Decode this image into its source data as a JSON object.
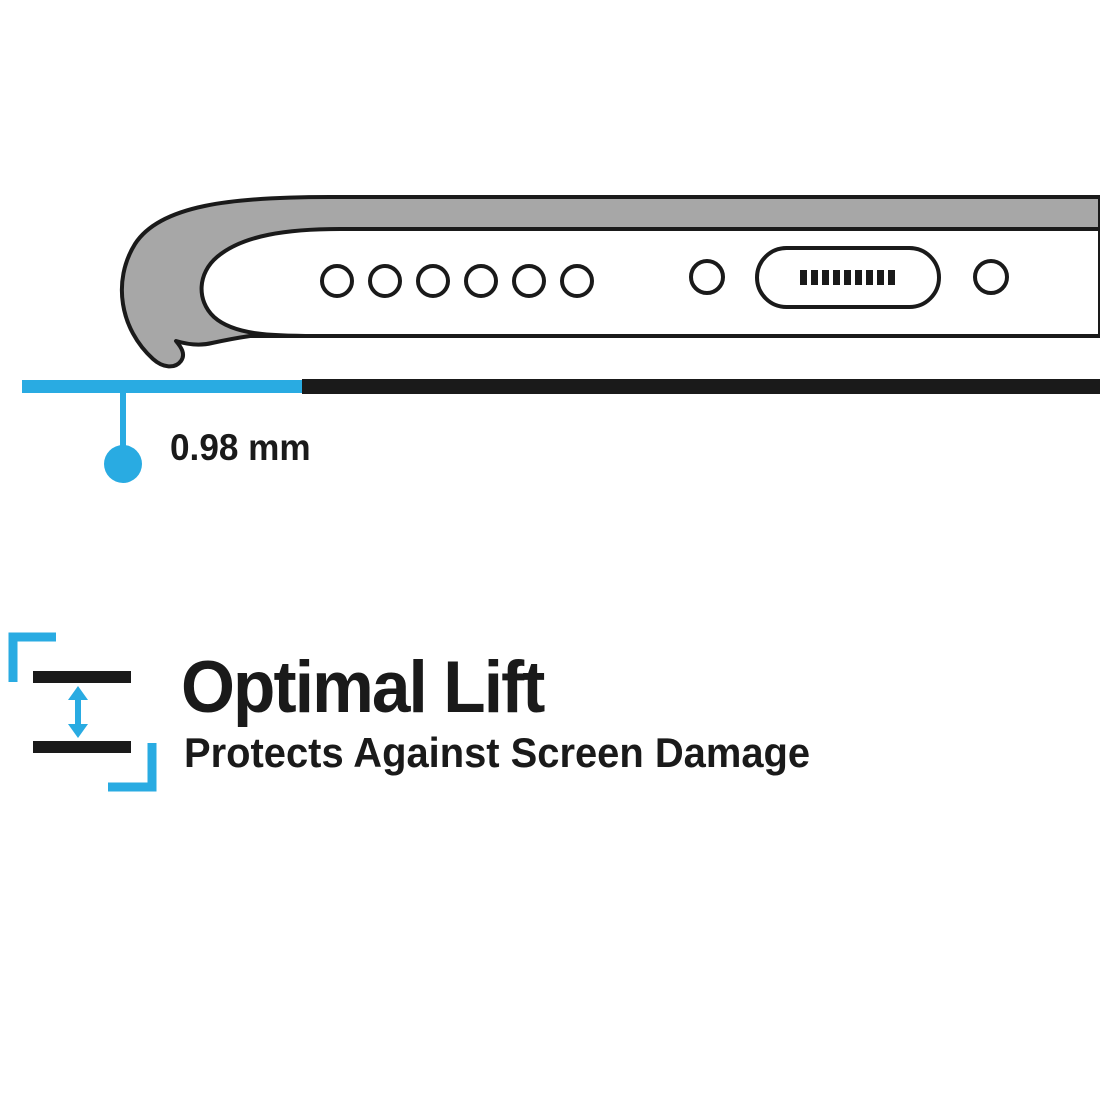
{
  "colors": {
    "accent_cyan": "#29ABE2",
    "case_gray": "#A7A7A7",
    "ink_black": "#1A1A1A",
    "phone_white": "#FFFFFF"
  },
  "measurement": {
    "label": "0.98 mm"
  },
  "feature": {
    "title": "Optimal Lift",
    "subtitle": "Protects Against Screen Damage"
  },
  "illustration": {
    "name": "phone-bottom-edge-in-case",
    "speaker_hole_count": 6,
    "port_pin_count": 9
  }
}
